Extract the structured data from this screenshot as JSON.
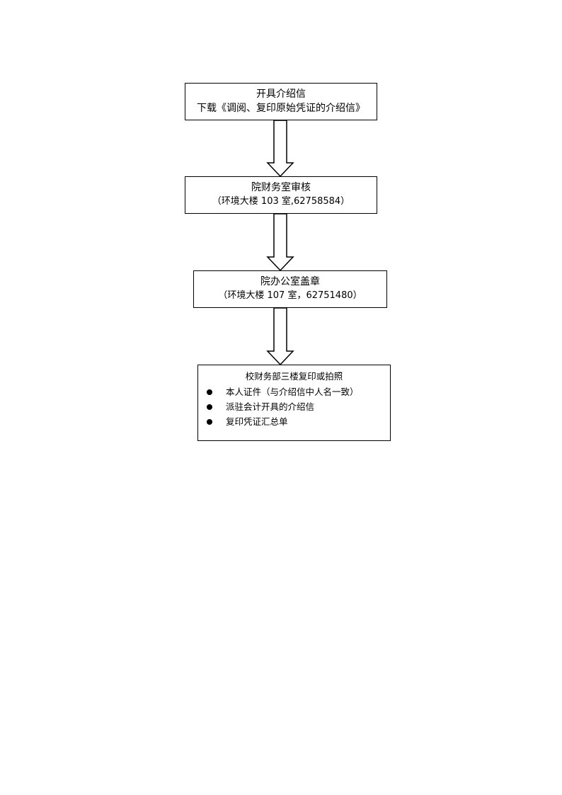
{
  "steps": [
    {
      "title": "开具介绍信",
      "subtitle": "下载《调阅、复印原始凭证的介绍信》"
    },
    {
      "title": "院财务室审核",
      "subtitle": "（环境大楼 103 室,62758584）"
    },
    {
      "title": "院办公室盖章",
      "subtitle": "（环境大楼 107 室，62751480）"
    },
    {
      "title": "校财务部三楼复印或拍照",
      "items": [
        "本人证件（与介绍信中人名一致）",
        "派驻会计开具的介绍信",
        "复印凭证汇总单"
      ]
    }
  ]
}
